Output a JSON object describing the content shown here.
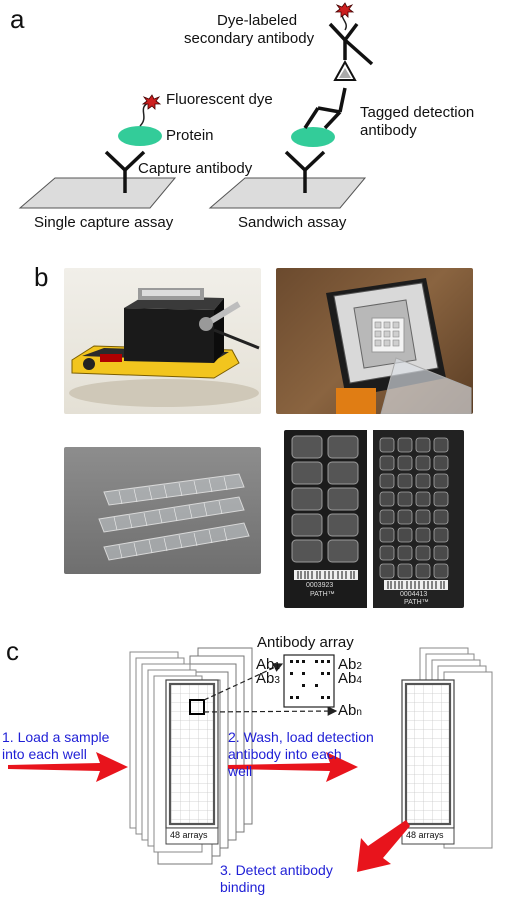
{
  "panel_a": {
    "letter": "a",
    "secondary_label_1": "Dye-labeled",
    "secondary_label_2": "secondary antibody",
    "fluor_label": "Fluorescent dye",
    "protein_label": "Protein",
    "tagged_label_1": "Tagged detection",
    "tagged_label_2": "antibody",
    "capture_label": "Capture antibody",
    "single_caption": "Single capture assay",
    "sandwich_caption": "Sandwich assay",
    "colors": {
      "protein": "#33cc99",
      "dye": "#cc1f1f",
      "surface": "#dcdcdc"
    }
  },
  "panel_b": {
    "letter": "b",
    "slide_barcode_1": "0003923",
    "slide_barcode_2": "0004413",
    "slide_brand": "PATH™"
  },
  "panel_c": {
    "letter": "c",
    "array_title": "Antibody array",
    "ab1": "Ab",
    "ab1_sub": "1",
    "ab2": "Ab",
    "ab2_sub": "2",
    "ab3": "Ab",
    "ab3_sub": "3",
    "ab4": "Ab",
    "ab4_sub": "4",
    "abn": "Ab",
    "abn_sub": "n",
    "step1_line1": "1. Load a sample",
    "step1_line2": "into each well",
    "step2_line1": "2. Wash, load detection",
    "step2_line2": "antibody into each",
    "step2_line3": "well",
    "step3_line1": "3. Detect antibody",
    "step3_line2": "binding",
    "stack_left_label": "48 arrays",
    "stack_right_label": "48 arrays",
    "colors": {
      "arrow": "#e8141c",
      "step_text": "#1f1fd6"
    }
  }
}
